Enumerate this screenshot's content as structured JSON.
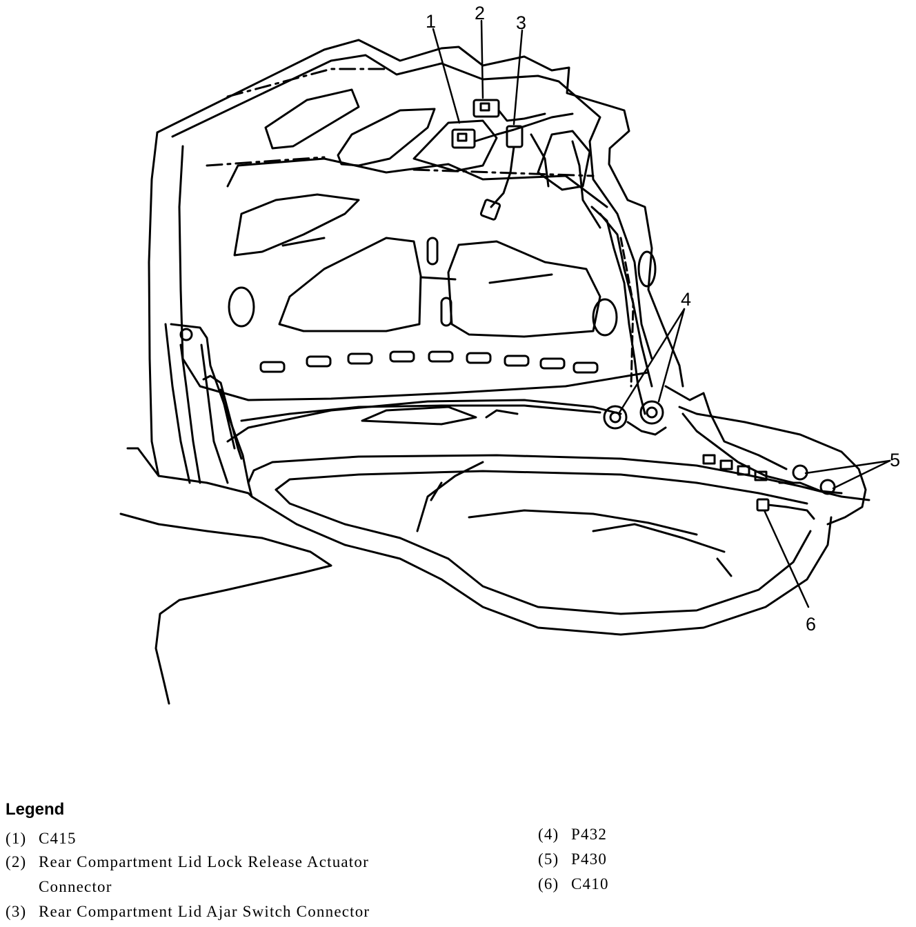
{
  "callouts": [
    "1",
    "2",
    "3",
    "4",
    "5",
    "6"
  ],
  "legend": {
    "title": "Legend",
    "items": [
      {
        "num": "(1)",
        "text": "C415",
        "cont": ""
      },
      {
        "num": "(2)",
        "text": "Rear Compartment Lid Lock Release Actuator",
        "cont": "Connector"
      },
      {
        "num": "(3)",
        "text": "Rear Compartment Lid Ajar Switch Connector",
        "cont": ""
      },
      {
        "num": "(4)",
        "text": "P432",
        "cont": ""
      },
      {
        "num": "(5)",
        "text": "P430",
        "cont": ""
      },
      {
        "num": "(6)",
        "text": "C410",
        "cont": ""
      }
    ]
  }
}
